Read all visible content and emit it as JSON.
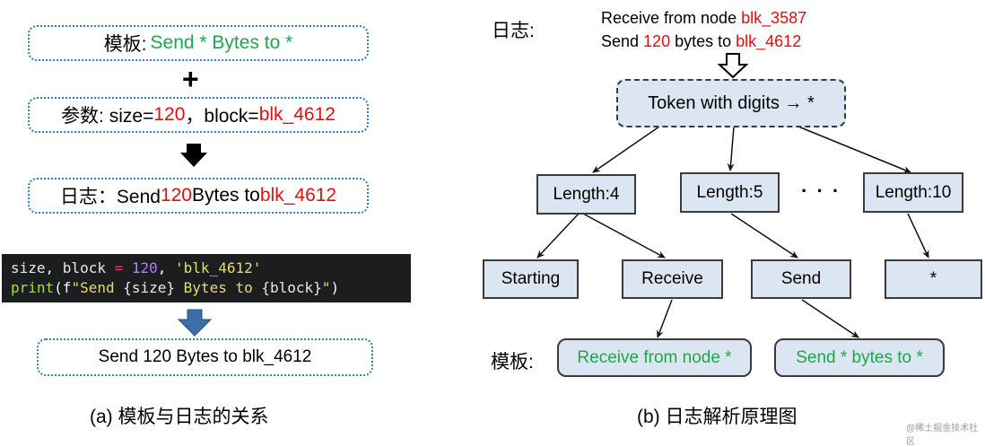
{
  "left": {
    "template_box": {
      "label": "模板: ",
      "value": "Send * Bytes to *"
    },
    "plus": "+",
    "params_box": {
      "label": "参数: size=",
      "size": "120",
      "sep": "，block=",
      "block": "blk_4612"
    },
    "log_box": {
      "label": "日志：Send ",
      "num": "120",
      "mid": " Bytes to ",
      "block": "blk_4612"
    },
    "code": {
      "line1": {
        "vars": "size, block ",
        "eq": "=",
        "num": " 120",
        "comma": ", ",
        "str": "'blk_4612'"
      },
      "line2": {
        "fn": "print",
        "open": "(f",
        "s1": "\"Send ",
        "b1": "{size}",
        "s2": " Bytes to ",
        "b2": "{block}",
        "s3": "\"",
        "close": ")"
      }
    },
    "output_box": "Send 120 Bytes to blk_4612",
    "caption": "(a) 模板与日志的关系"
  },
  "right": {
    "log_label": "日志:",
    "log_line1": {
      "text": "Receive from node ",
      "red": "blk_3587"
    },
    "log_line2": {
      "pre": "Send ",
      "num": "120",
      "mid": " bytes to ",
      "red": "blk_4612"
    },
    "root": "Token with digits → *",
    "length_nodes": [
      "Length:4",
      "Length:5",
      "Length:10"
    ],
    "ellipsis": "· · ·",
    "leaf_nodes": [
      "Starting",
      "Receive",
      "Send",
      "*"
    ],
    "template_label": "模板:",
    "templates": [
      "Receive from node *",
      "Send * bytes to *"
    ],
    "caption": "(b) 日志解析原理图"
  },
  "watermark": "@稀土掘金技术社区",
  "colors": {
    "red": "#e01010",
    "green": "#1aa84a",
    "node_fill": "#dce6f2",
    "dot_border": "#2f7fc1",
    "down_arrow": "#3e6ea8"
  }
}
